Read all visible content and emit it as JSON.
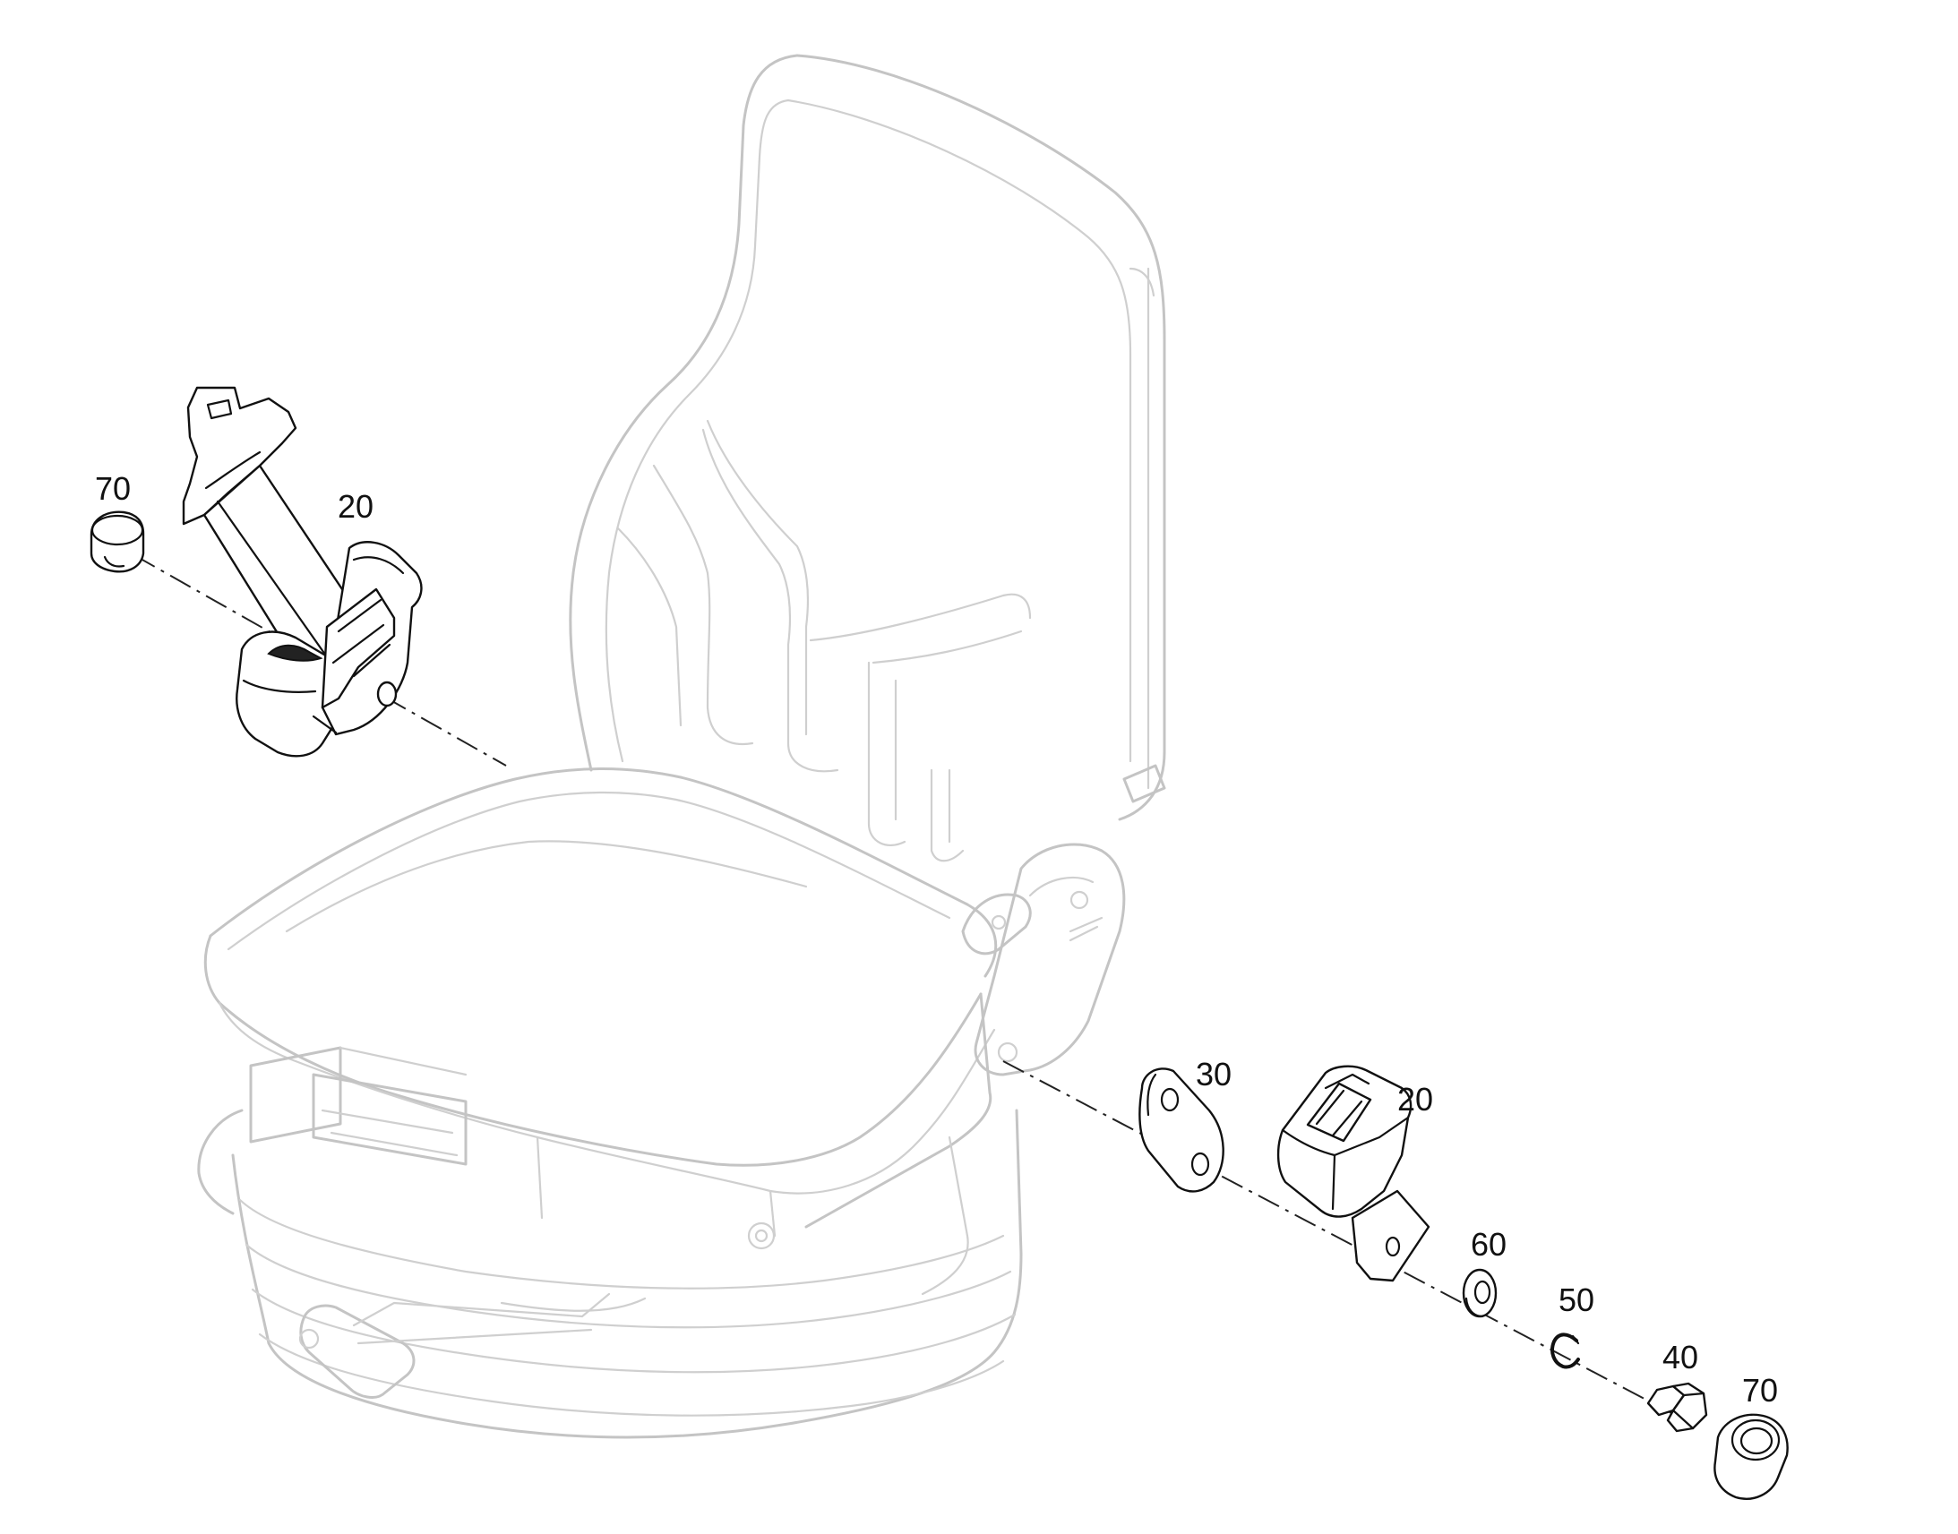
{
  "diagram": {
    "callouts": [
      {
        "id": "left-cap",
        "label": "70"
      },
      {
        "id": "left-belt",
        "label": "20"
      },
      {
        "id": "bracket",
        "label": "30"
      },
      {
        "id": "right-buckle",
        "label": "20"
      },
      {
        "id": "washer",
        "label": "60"
      },
      {
        "id": "circlip",
        "label": "50"
      },
      {
        "id": "bolt",
        "label": "40"
      },
      {
        "id": "right-cap",
        "label": "70"
      }
    ]
  }
}
